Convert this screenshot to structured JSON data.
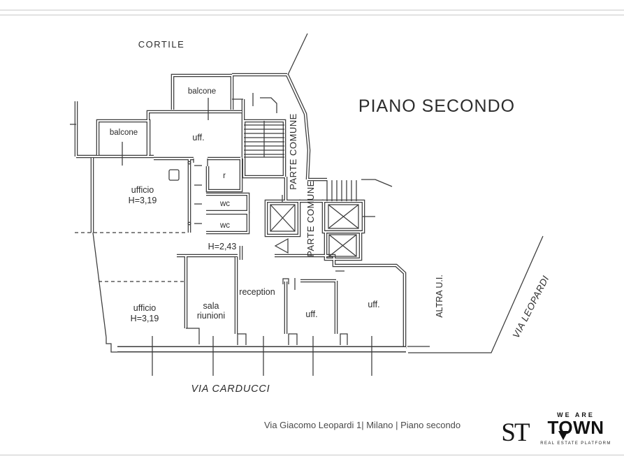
{
  "page": {
    "bg": "#ffffff",
    "rule_color": "#d8d8d8"
  },
  "plan": {
    "title": "PIANO SECONDO",
    "colors": {
      "wall": "#3b3b3b",
      "label": "#2c2c2c"
    },
    "streets": {
      "top": "CORTILE",
      "bottom": "VIA CARDUCCI",
      "right": "VIA LEOPARDI"
    },
    "common_areas": {
      "stair_hall_1": "PARTE COMUNE",
      "stair_hall_2": "PARTE COMUNE",
      "other_unit": "ALTRA U.I."
    },
    "rooms": {
      "balcony_top": "balcone",
      "balcony_left": "balcone",
      "office_top": "uff.",
      "office_left_name": "ufficio",
      "office_left_height": "H=3,19",
      "storage": "r",
      "wc_upper": "wc",
      "wc_lower": "wc",
      "corridor_height": "H=2,43",
      "office_bottom_name": "ufficio",
      "office_bottom_height": "H=3,19",
      "meeting_room_line1": "sala",
      "meeting_room_line2": "riunioni",
      "reception": "reception",
      "office_bottom_mid": "uff.",
      "office_bottom_right": "uff."
    }
  },
  "footer": {
    "caption": "Via Giacomo Leopardi 1| Milano | Piano secondo",
    "st_logo_text": "ST",
    "town_logo": {
      "top": "WE ARE",
      "name": "TOWN",
      "tagline": "REAL ESTATE PLATFORM"
    }
  }
}
